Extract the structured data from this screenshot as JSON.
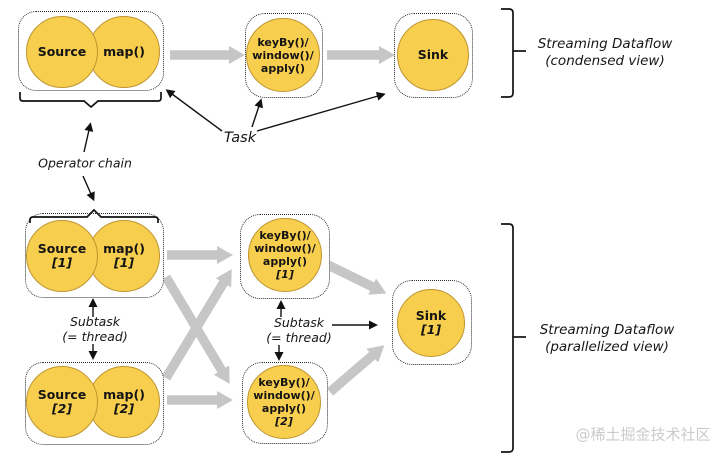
{
  "colors": {
    "node_fill": "#F8CE4E",
    "node_stroke": "#BE9530",
    "arrow_gray": "#C6C6C6",
    "line_black": "#111111",
    "watermark": "#CBCBCB",
    "background": "#FFFFFF"
  },
  "condensed": {
    "source": {
      "label": "Source"
    },
    "map": {
      "label": "map()"
    },
    "keyby": {
      "line1": "keyBy()/",
      "line2": "window()/",
      "line3": "apply()"
    },
    "sink": {
      "label": "Sink"
    },
    "caption": {
      "line1": "Streaming Dataflow",
      "line2": "(condensed view)"
    }
  },
  "parallelized": {
    "source1": {
      "label": "Source",
      "index": "[1]"
    },
    "map1": {
      "label": "map()",
      "index": "[1]"
    },
    "keyby1": {
      "line1": "keyBy()/",
      "line2": "window()/",
      "line3": "apply()",
      "index": "[1]"
    },
    "source2": {
      "label": "Source",
      "index": "[2]"
    },
    "map2": {
      "label": "map()",
      "index": "[2]"
    },
    "keyby2": {
      "line1": "keyBy()/",
      "line2": "window()/",
      "line3": "apply()",
      "index": "[2]"
    },
    "sink1": {
      "label": "Sink",
      "index": "[1]"
    },
    "caption": {
      "line1": "Streaming Dataflow",
      "line2": "(parallelized view)"
    }
  },
  "annotations": {
    "operator_chain": "Operator chain",
    "task": "Task",
    "subtask_left": {
      "line1": "Subtask",
      "line2": "(= thread)"
    },
    "subtask_mid": {
      "line1": "Subtask",
      "line2": "(= thread)"
    },
    "watermark": "@稀土掘金技术社区"
  }
}
